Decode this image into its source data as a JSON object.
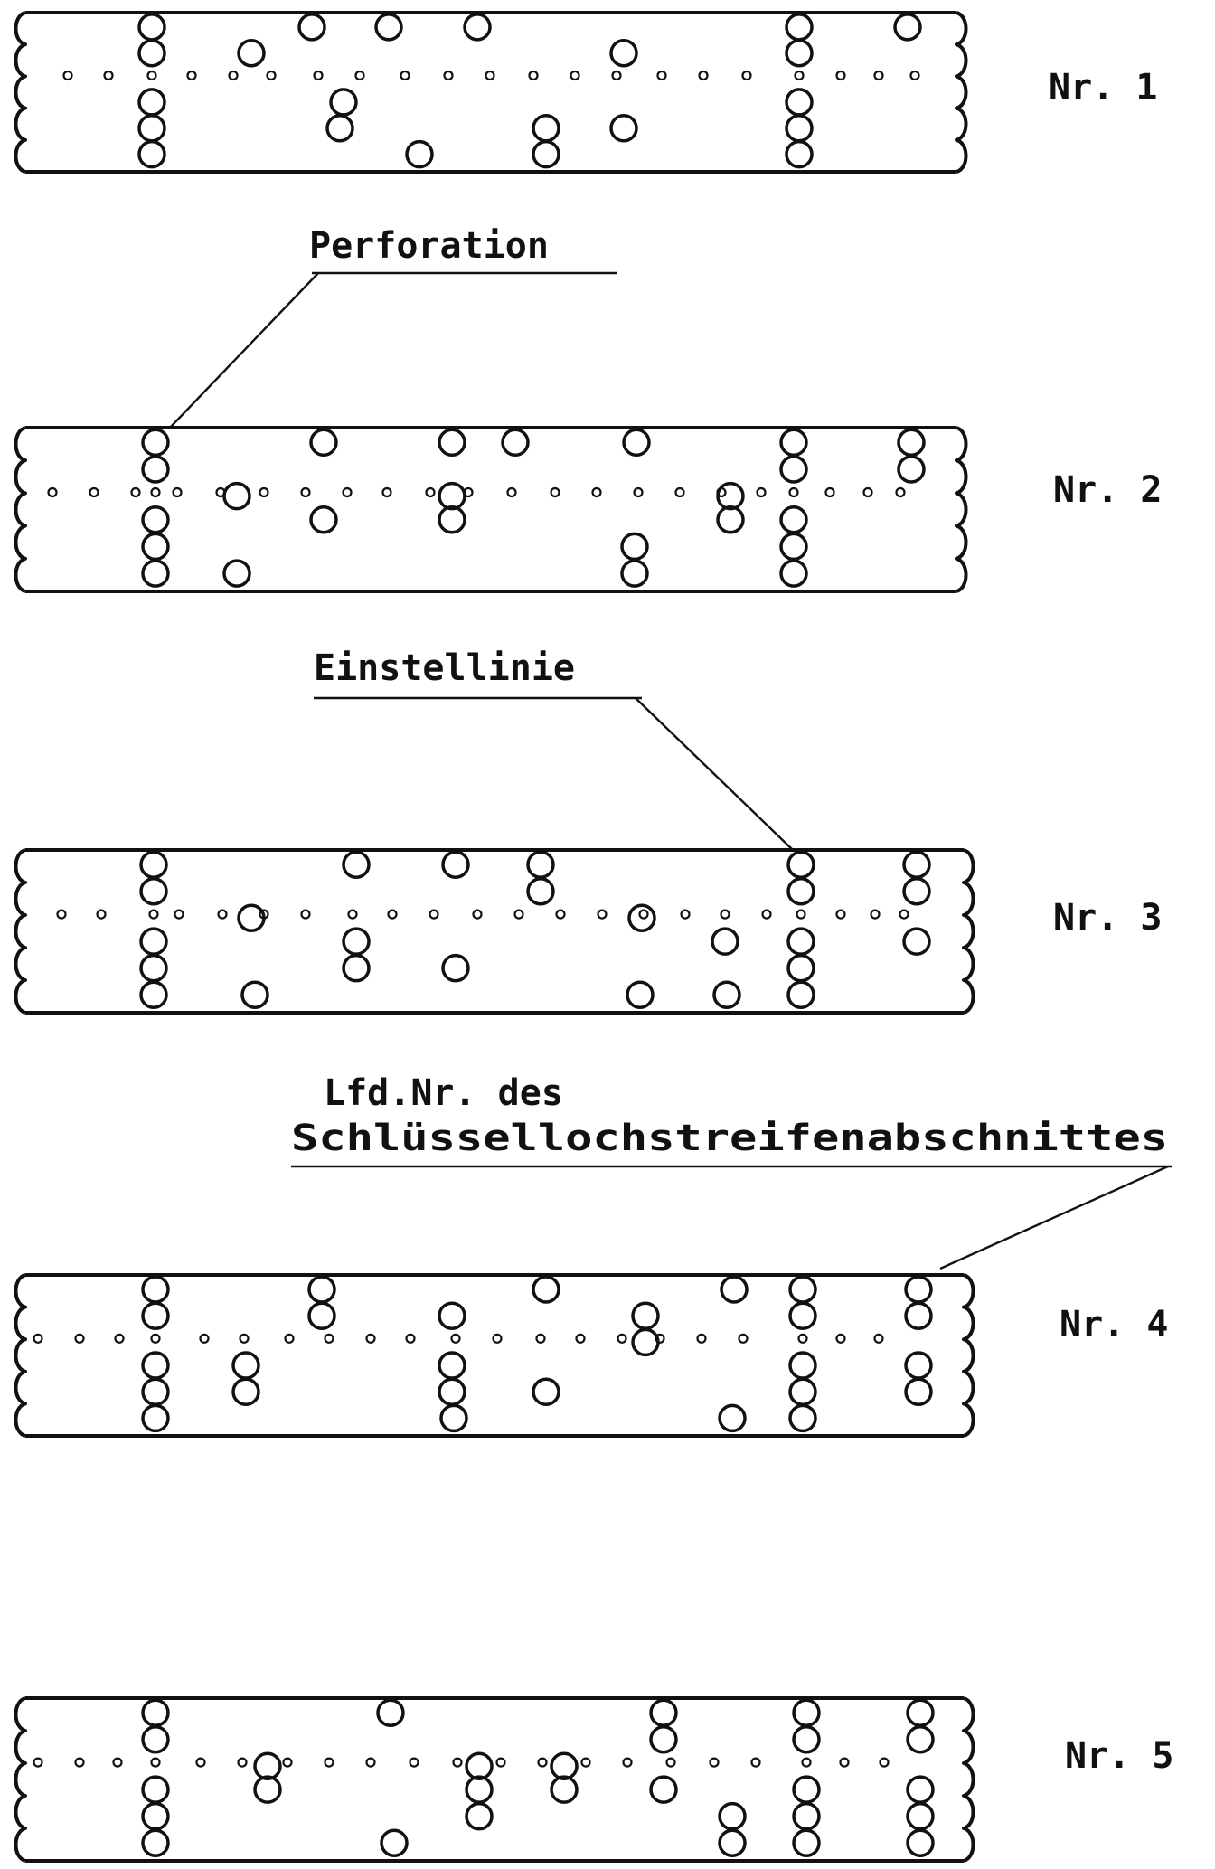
{
  "annotations": {
    "perforation": "Perforation",
    "einstellinie": "Einstellinie",
    "lfd_line1": "Lfd.Nr. des",
    "lfd_line2": "Schlüssellochstreifenabschnittes"
  },
  "strips": [
    {
      "label": "Nr. 1"
    },
    {
      "label": "Nr. 2"
    },
    {
      "label": "Nr. 3"
    },
    {
      "label": "Nr. 4"
    },
    {
      "label": "Nr. 5"
    }
  ]
}
